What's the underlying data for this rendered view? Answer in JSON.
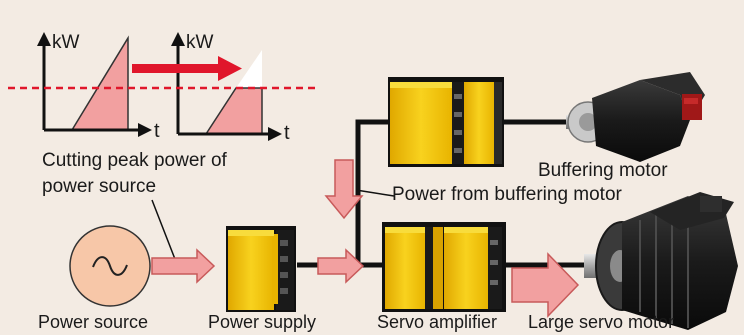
{
  "graphs": {
    "y_unit": "kW",
    "x_unit": "t"
  },
  "labels": {
    "cutting_peak": "Cutting peak power of",
    "cutting_peak_line2": "power source",
    "buffering_motor": "Buffering motor",
    "power_from_buffering": "Power from buffering motor",
    "power_source": "Power source",
    "power_supply": "Power supply",
    "servo_amplifier": "Servo amplifier",
    "large_servo_motor": "Large servo motor"
  },
  "colors": {
    "background": "#f3ebe3",
    "arrow_fill": "#f2a0a0",
    "arrow_stroke": "#c85a5a",
    "peak_arrow": "#e0162b",
    "dashed_line": "#e0162b",
    "power_source_fill": "#f7c7a8",
    "unit_yellow": "#f4c400",
    "bus_line": "#111111"
  }
}
